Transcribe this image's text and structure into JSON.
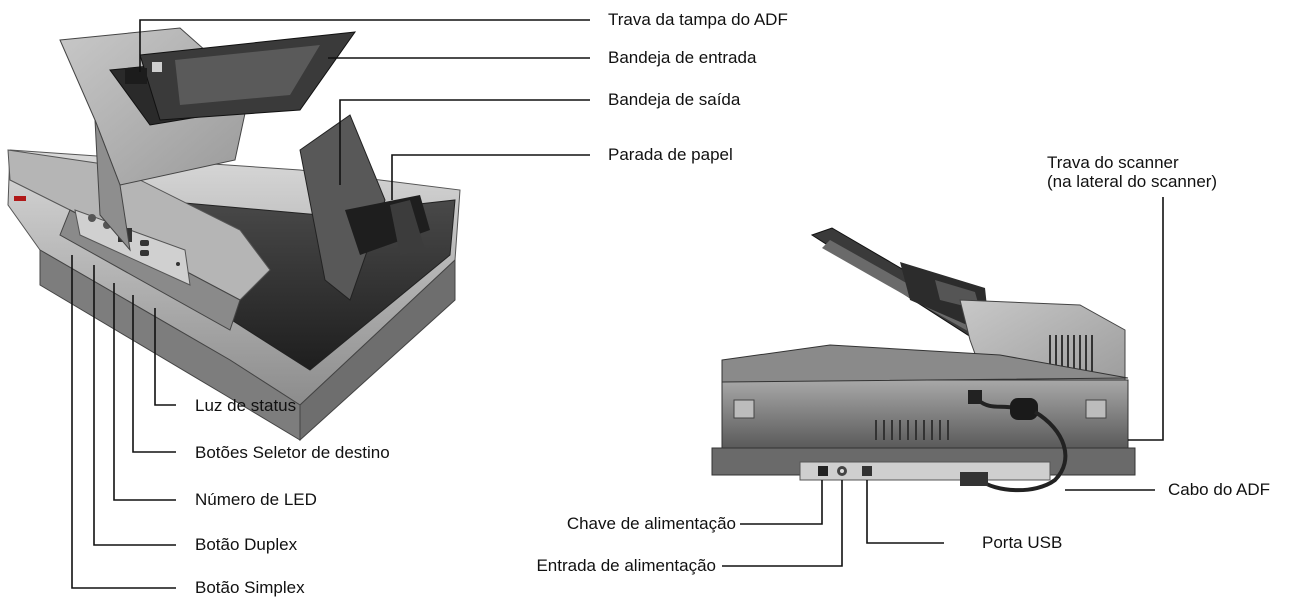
{
  "labels": {
    "adf_cover_lock": "Trava da tampa do ADF",
    "input_tray": "Bandeja de entrada",
    "output_tray": "Bandeja de saída",
    "paper_stop": "Parada de papel",
    "scanner_lock_line1": "Trava do scanner",
    "scanner_lock_line2": "(na lateral do scanner)",
    "status_light": "Luz de status",
    "destination_selector_buttons": "Botões Seletor de destino",
    "led_number": "Número de LED",
    "duplex_button": "Botão Duplex",
    "simplex_button": "Botão Simplex",
    "power_switch": "Chave de alimentação",
    "power_input": "Entrada de alimentação",
    "usb_port": "Porta USB",
    "adf_cable": "Cabo do ADF"
  }
}
